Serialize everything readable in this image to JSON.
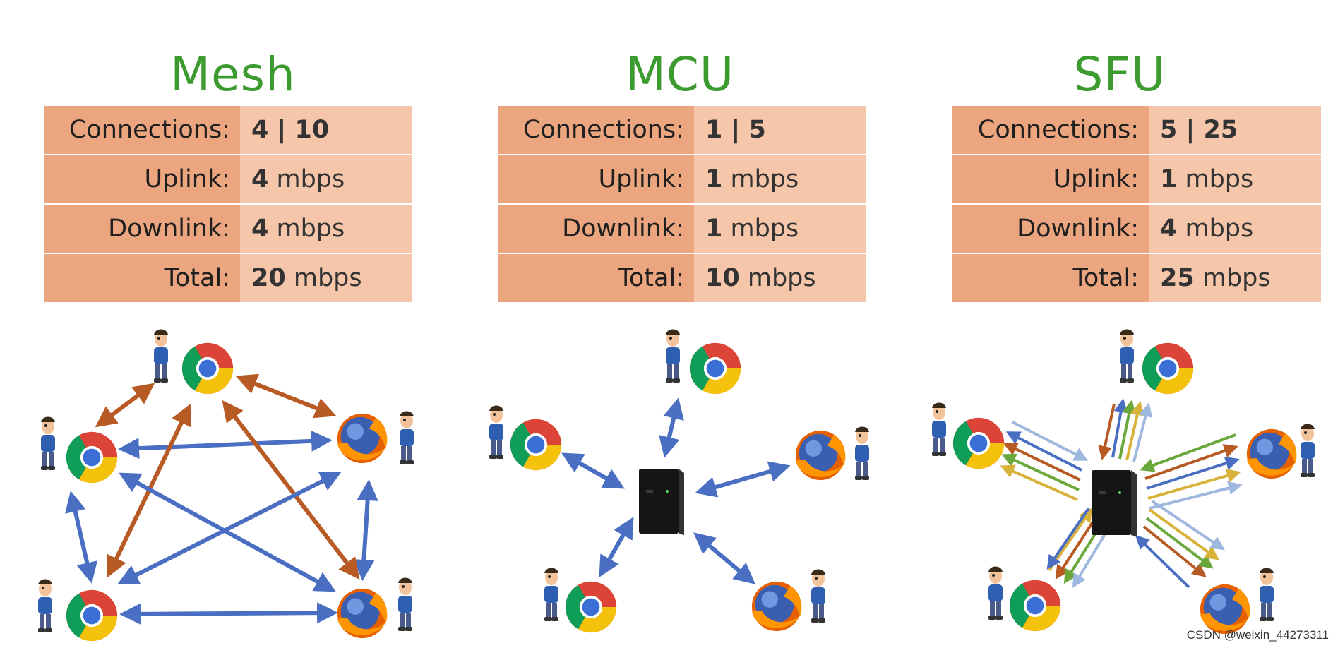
{
  "panels": [
    {
      "title": "Mesh",
      "rows": [
        {
          "label": "Connections:",
          "value_num": "4 | 10",
          "value_unit": ""
        },
        {
          "label": "Uplink:",
          "value_num": "4",
          "value_unit": " mbps"
        },
        {
          "label": "Downlink:",
          "value_num": "4",
          "value_unit": " mbps"
        },
        {
          "label": "Total:",
          "value_num": "20",
          "value_unit": " mbps"
        }
      ]
    },
    {
      "title": "MCU",
      "rows": [
        {
          "label": "Connections:",
          "value_num": "1 | 5",
          "value_unit": ""
        },
        {
          "label": "Uplink:",
          "value_num": "1",
          "value_unit": " mbps"
        },
        {
          "label": "Downlink:",
          "value_num": "1",
          "value_unit": " mbps"
        },
        {
          "label": "Total:",
          "value_num": "10",
          "value_unit": " mbps"
        }
      ]
    },
    {
      "title": "SFU",
      "rows": [
        {
          "label": "Connections:",
          "value_num": "5 | 25",
          "value_unit": ""
        },
        {
          "label": "Uplink:",
          "value_num": "1",
          "value_unit": " mbps"
        },
        {
          "label": "Downlink:",
          "value_num": "4",
          "value_unit": " mbps"
        },
        {
          "label": "Total:",
          "value_num": "25",
          "value_unit": " mbps"
        }
      ]
    }
  ],
  "colors": {
    "title": "#3b9b2f",
    "label_bg": "#eba57f",
    "value_bg": "#f6c6aa",
    "arrow_blue": "#4a6fc2",
    "arrow_orange": "#b85a24"
  },
  "icons": [
    "chrome-icon",
    "firefox-icon",
    "person-icon",
    "server-icon"
  ],
  "watermark": "CSDN @weixin_44273311"
}
